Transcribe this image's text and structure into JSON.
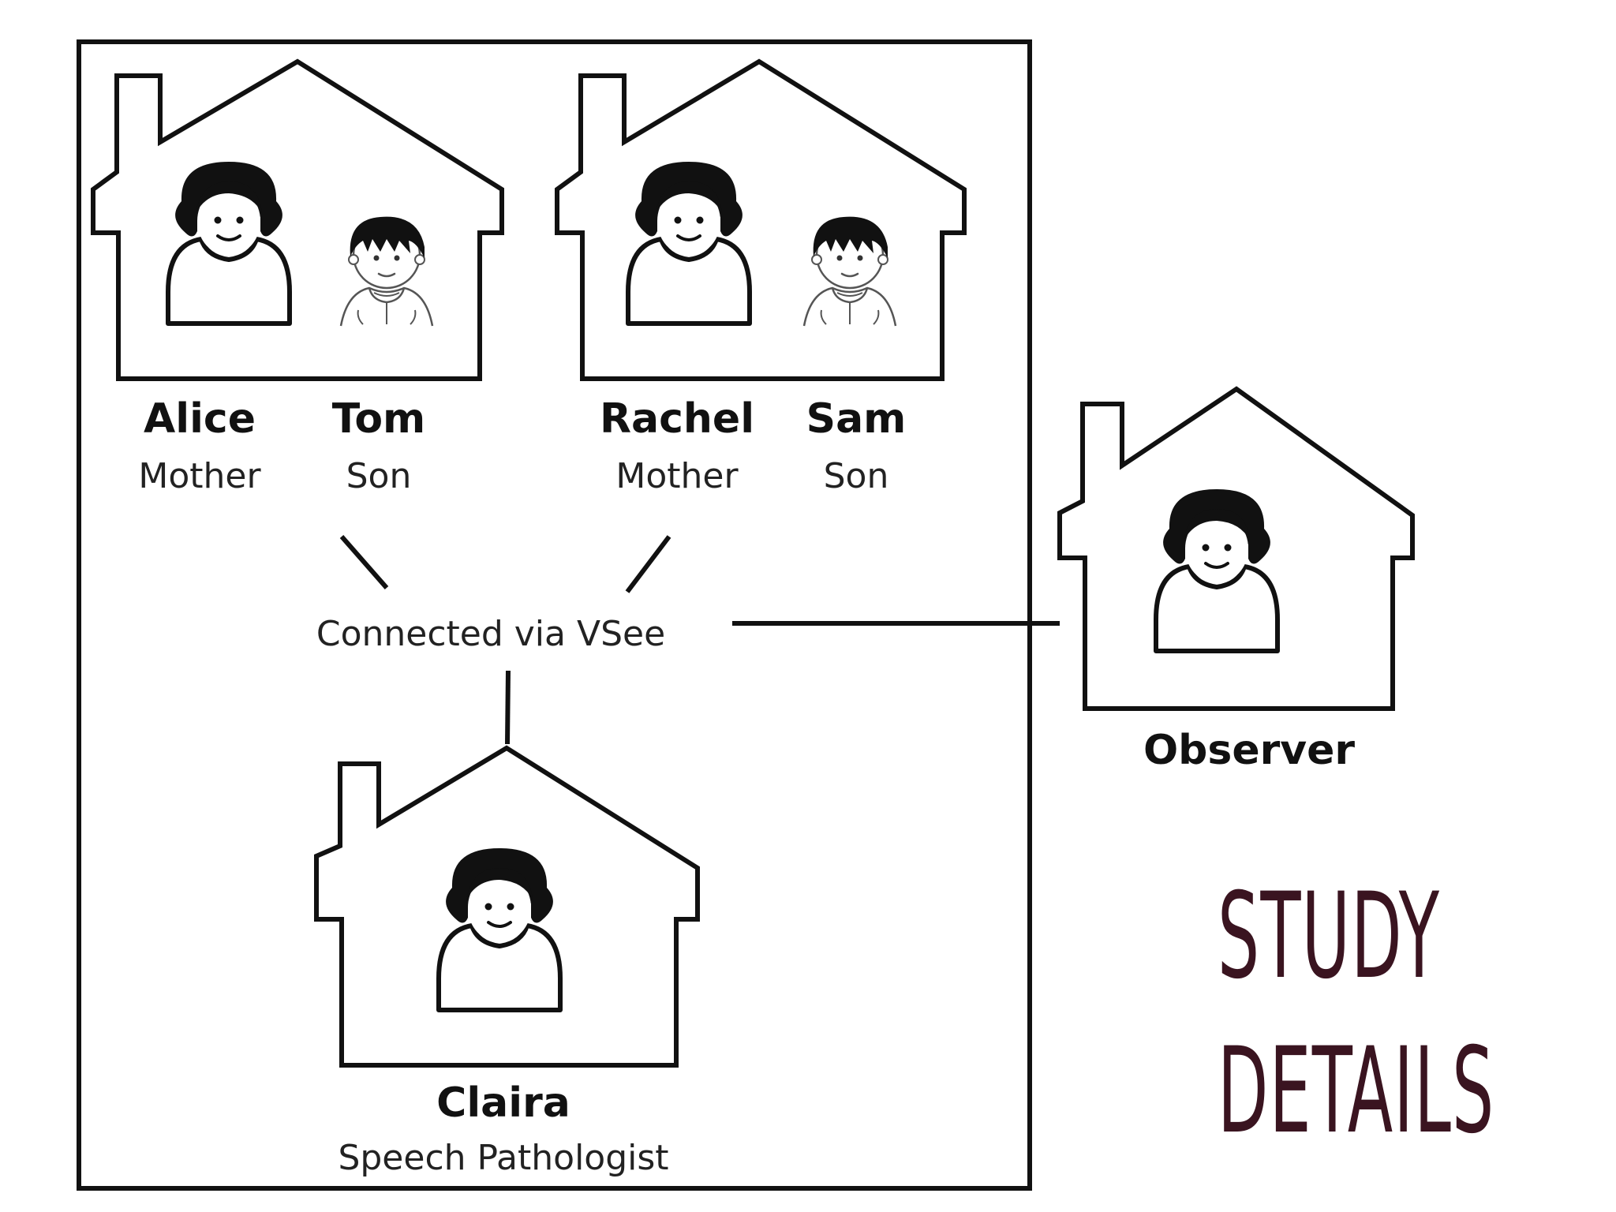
{
  "people": {
    "alice": {
      "name": "Alice",
      "role": "Mother"
    },
    "tom": {
      "name": "Tom",
      "role": "Son"
    },
    "rachel": {
      "name": "Rachel",
      "role": "Mother"
    },
    "sam": {
      "name": "Sam",
      "role": "Son"
    },
    "claira": {
      "name": "Claira",
      "role": "Speech Pathologist"
    },
    "observer": {
      "name": "Observer"
    }
  },
  "connection_label": "Connected via VSee",
  "title": {
    "line1": "Study",
    "line2": "Details"
  },
  "colors": {
    "line": "#111111",
    "title": "#3a1420"
  }
}
